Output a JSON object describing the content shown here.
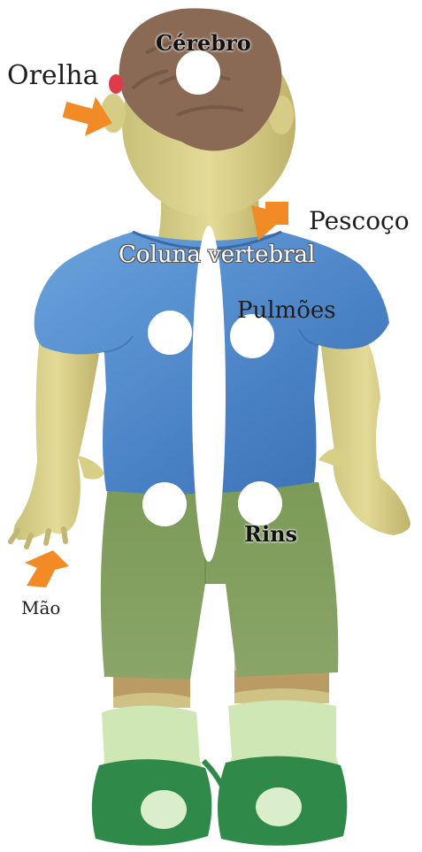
{
  "labels": {
    "cerebro": "Cérebro",
    "orelha": "Orelha",
    "pescoco": "Pescoço",
    "coluna": "Coluna vertebral",
    "pulmoes": "Pulmões",
    "rins": "Rins",
    "mao": "Mão"
  },
  "colors": {
    "arrow": "#f28a25",
    "shirt": "#4d86c9",
    "shorts": "#7f9c5c",
    "skin": "#d8cf86",
    "hair": "#8a6a55",
    "shoes": "#2f8a4a",
    "marker": "#ffffff"
  }
}
